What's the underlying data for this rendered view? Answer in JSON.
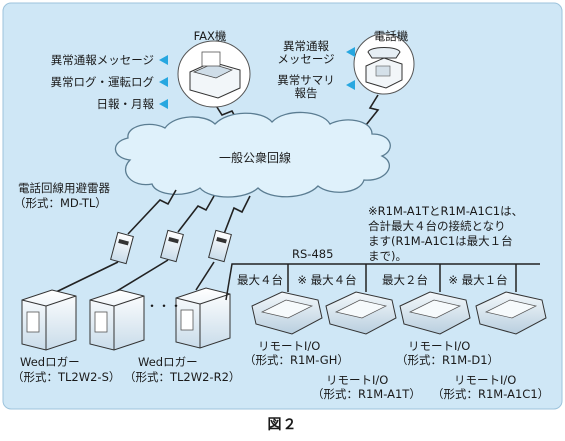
{
  "figure_label": "図２",
  "fax": {
    "title": "FAX機",
    "messages": [
      "異常通報メッセージ",
      "異常ログ・運転ログ",
      "日報・月報"
    ]
  },
  "phone": {
    "title": "電話機",
    "messages": [
      "異常通報\nメッセージ",
      "異常サマリ\n報告"
    ]
  },
  "network": {
    "label": "一般公衆回線"
  },
  "arrester": {
    "name": "電話回線用避雷器",
    "model": "（形式：MD-TL）"
  },
  "loggers": [
    {
      "name": "Wedロガー",
      "model": "（形式：TL2W2-S）"
    },
    {
      "name": "Wedロガー",
      "model": "（形式：TL2W2-R2）"
    }
  ],
  "ellipsis": "・・・",
  "bus": {
    "label": "RS-485",
    "segments": [
      "最大４台",
      "※ 最大４台",
      "最大２台",
      "※ 最大１台"
    ]
  },
  "note": "※R1M-A1TとR1M-A1C1は、\n合計最大４台の接続となり\nます(R1M-A1C1は最大１台\nまで)。",
  "remotes": [
    {
      "name": "リモートI/O",
      "model": "（形式：R1M-GH）"
    },
    {
      "name": "リモートI/O",
      "model": "（形式：R1M-A1T）"
    },
    {
      "name": "リモートI/O",
      "model": "（形式：R1M-D1）"
    },
    {
      "name": "リモートI/O",
      "model": "（形式：R1M-A1C1）"
    }
  ],
  "colors": {
    "background": "#cfe7f6",
    "cloud": "#dff1fb",
    "arrow": "#27a7e0",
    "device": "#e8f2f9"
  }
}
